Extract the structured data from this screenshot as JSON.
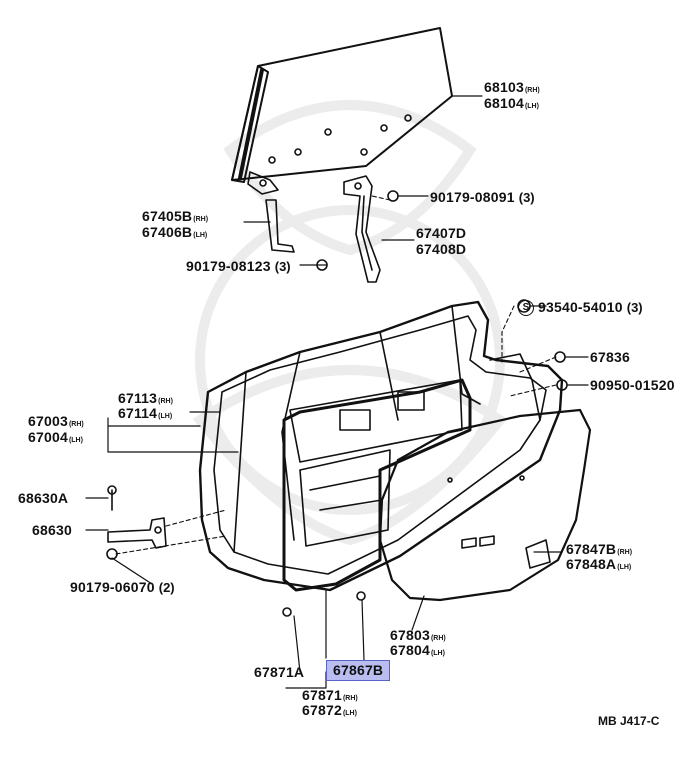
{
  "labels": [
    {
      "id": "l68103",
      "part": "68103",
      "suffix": "(RH)",
      "qty": ""
    },
    {
      "id": "l68104",
      "part": "68104",
      "suffix": "(LH)",
      "qty": ""
    },
    {
      "id": "l90179a",
      "part": "90179-08091",
      "suffix": "",
      "qty": "(3)"
    },
    {
      "id": "l67405",
      "part": "67405B",
      "suffix": "(RH)",
      "qty": ""
    },
    {
      "id": "l67406",
      "part": "67406B",
      "suffix": "(LH)",
      "qty": ""
    },
    {
      "id": "l67407",
      "part": "67407D",
      "suffix": "",
      "qty": ""
    },
    {
      "id": "l67408",
      "part": "67408D",
      "suffix": "",
      "qty": ""
    },
    {
      "id": "l90179b",
      "part": "90179-08123",
      "suffix": "",
      "qty": "(3)"
    },
    {
      "id": "l93540",
      "part": "93540-54010",
      "suffix": "",
      "qty": "(3)"
    },
    {
      "id": "l67836",
      "part": "67836",
      "suffix": "",
      "qty": ""
    },
    {
      "id": "l90950",
      "part": "90950-01520",
      "suffix": "",
      "qty": ""
    },
    {
      "id": "l67113",
      "part": "67113",
      "suffix": "(RH)",
      "qty": ""
    },
    {
      "id": "l67114",
      "part": "67114",
      "suffix": "(LH)",
      "qty": ""
    },
    {
      "id": "l67003",
      "part": "67003",
      "suffix": "(RH)",
      "qty": ""
    },
    {
      "id": "l67004",
      "part": "67004",
      "suffix": "(LH)",
      "qty": ""
    },
    {
      "id": "l68630a",
      "part": "68630A",
      "suffix": "",
      "qty": ""
    },
    {
      "id": "l68630",
      "part": "68630",
      "suffix": "",
      "qty": ""
    },
    {
      "id": "l90179c",
      "part": "90179-06070",
      "suffix": "",
      "qty": "(2)"
    },
    {
      "id": "l67847",
      "part": "67847B",
      "suffix": "(RH)",
      "qty": ""
    },
    {
      "id": "l67848",
      "part": "67848A",
      "suffix": "(LH)",
      "qty": ""
    },
    {
      "id": "l67803",
      "part": "67803",
      "suffix": "(RH)",
      "qty": ""
    },
    {
      "id": "l67804",
      "part": "67804",
      "suffix": "(LH)",
      "qty": ""
    },
    {
      "id": "l67871a",
      "part": "67871A",
      "suffix": "",
      "qty": ""
    },
    {
      "id": "l67867",
      "part": "67867B",
      "suffix": "",
      "qty": ""
    },
    {
      "id": "l67871",
      "part": "67871",
      "suffix": "(RH)",
      "qty": ""
    },
    {
      "id": "l67872",
      "part": "67872",
      "suffix": "(LH)",
      "qty": ""
    }
  ],
  "screw_symbol": "S",
  "highlighted_part": "67867B",
  "diagram_code": "MB J417-C",
  "colors": {
    "ink": "#111111",
    "highlight_fill": "#b9bdf0",
    "highlight_border": "#5a62c8",
    "watermark": "#e8e8e8"
  }
}
